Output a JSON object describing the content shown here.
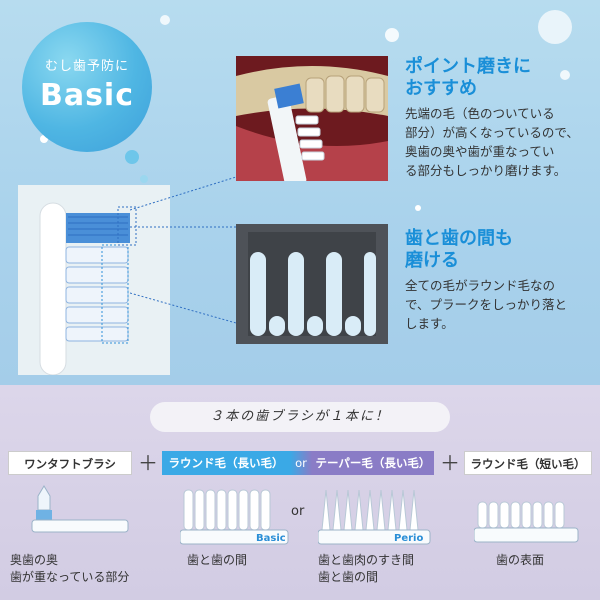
{
  "badge": {
    "small": "むし歯予防に",
    "big": "Basic"
  },
  "section1": {
    "heading_line1": "ポイント磨きに",
    "heading_line2": "おすすめ",
    "body_lines": [
      "先端の毛（色のついている",
      "部分）が高くなっているので、",
      "奥歯の奥や歯が重なってい",
      "る部分もしっかり磨けます。"
    ]
  },
  "section2": {
    "heading_line1": "歯と歯の間も",
    "heading_line2": "磨ける",
    "body_lines": [
      "全ての毛がラウンド毛なの",
      "で、プラークをしっかり落と",
      "します。"
    ]
  },
  "banner": "３本の歯ブラシが１本に！",
  "pills": {
    "one_tuft": "ワンタフトブラシ",
    "round_long": "ラウンド毛（長い毛）",
    "or": "or",
    "taper_long": "テーパー毛（長い毛）",
    "round_short": "ラウンド毛（短い毛）"
  },
  "plus": "＋",
  "or_label": "or",
  "tags": {
    "basic": "Basic",
    "perio": "Perio"
  },
  "captions": {
    "one_tuft": [
      "奥歯の奥",
      "歯が重なっている部分"
    ],
    "basic": [
      "歯と歯の間"
    ],
    "perio": [
      "歯と歯肉のすき間",
      "歯と歯の間"
    ],
    "short": [
      "歯の表面"
    ]
  },
  "colors": {
    "accent": "#1a8fd8",
    "round_pill": "#3aa9e6",
    "taper_pill": "#8a7cc6",
    "bottom_bg": "#d4cee5"
  }
}
